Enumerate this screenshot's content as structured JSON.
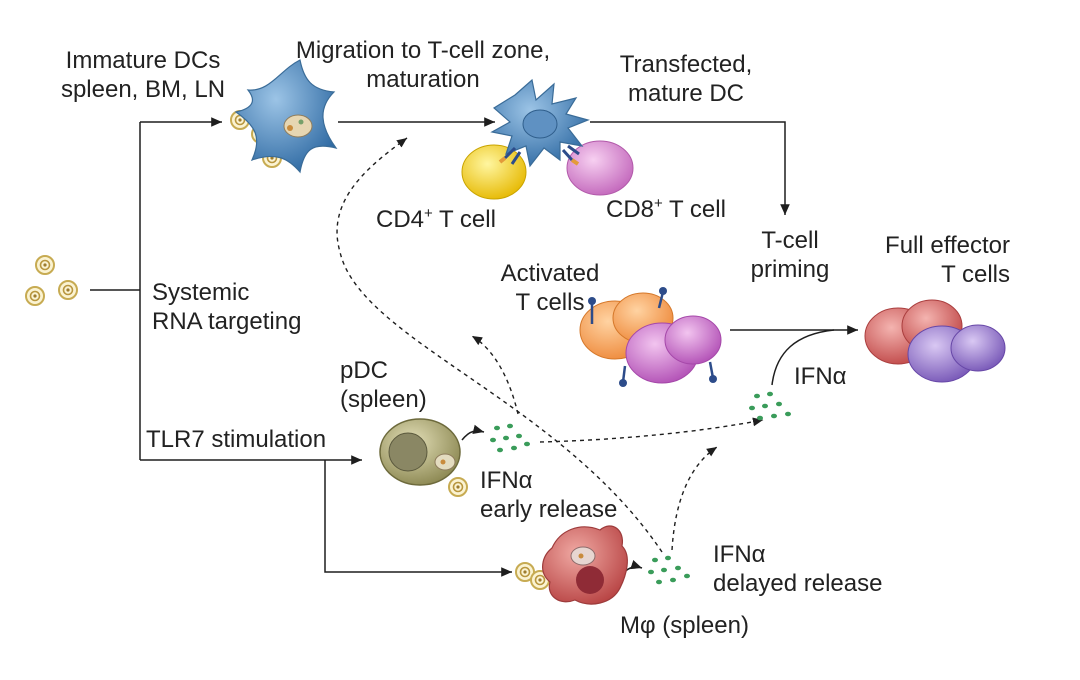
{
  "labels": {
    "immature_dcs": [
      "Immature DCs",
      "spleen, BM, LN"
    ],
    "migration": [
      "Migration to T-cell zone,",
      "maturation"
    ],
    "transfected": [
      "Transfected,",
      "mature DC"
    ],
    "cd4_pre": "CD4",
    "cd8_pre": "CD8",
    "t_cell_suffix": " T cell",
    "superscript_plus": "+",
    "t_cell_priming": [
      "T-cell",
      "priming"
    ],
    "full_effector": [
      "Full effector",
      "T cells"
    ],
    "activated": [
      "Activated",
      "T cells"
    ],
    "systemic": [
      "Systemic",
      "RNA targeting"
    ],
    "pdc": [
      "pDC",
      "(spleen)"
    ],
    "tlr7": "TLR7 stimulation",
    "ifn_right": "IFNα",
    "ifn_early": [
      "IFNα",
      "early release"
    ],
    "ifn_delayed": [
      "IFNα",
      "delayed release"
    ],
    "macrophage": "Mφ (spleen)"
  },
  "colors": {
    "arrow": "#1e1e1e",
    "dc_blue": "#4b84b8",
    "cd4_yellow": "#f2d226",
    "cd8_pink": "#d98ad3",
    "activated_orange": "#f4a257",
    "activated_purple": "#c56fc6",
    "effector_red": "#cf5c5c",
    "effector_violet": "#8e6fc8",
    "pdc_olive": "#a3a06c",
    "macrophage_red": "#cc5c5c",
    "ifn_green": "#3a9c5a",
    "particle_tan": "#d8c37a"
  },
  "icons": [
    "rna-nanoparticle-icon",
    "dendritic-cell-icon",
    "t-cell-icon",
    "pdc-cell-icon",
    "macrophage-icon",
    "ifn-dot-cluster-icon"
  ]
}
